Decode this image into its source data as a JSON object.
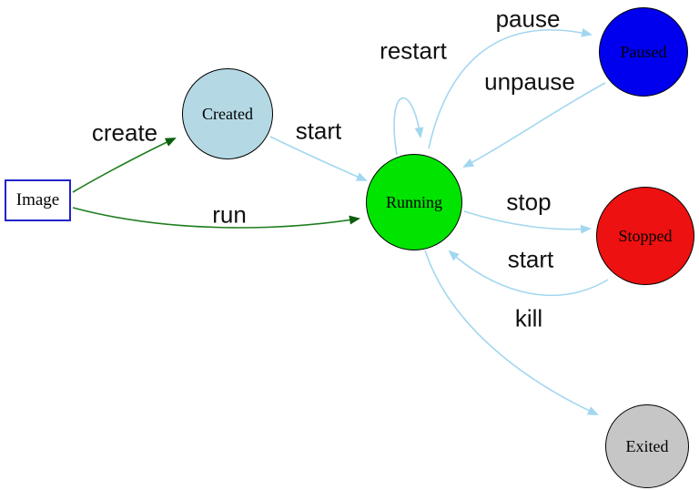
{
  "diagram": {
    "nodes": [
      {
        "id": "image",
        "label": "Image",
        "shape": "rect",
        "fill": "#ffffff",
        "border": "#2323cb"
      },
      {
        "id": "created",
        "label": "Created",
        "shape": "circle",
        "fill": "#b4d9e5",
        "border": "#000000"
      },
      {
        "id": "running",
        "label": "Running",
        "shape": "circle",
        "fill": "#00e400",
        "border": "#000000"
      },
      {
        "id": "paused",
        "label": "Paused",
        "shape": "circle",
        "fill": "#0000ee",
        "border": "#000000"
      },
      {
        "id": "stopped",
        "label": "Stopped",
        "shape": "circle",
        "fill": "#ee1111",
        "border": "#000000"
      },
      {
        "id": "exited",
        "label": "Exited",
        "shape": "circle",
        "fill": "#c6c6c6",
        "border": "#000000"
      }
    ],
    "edges": [
      {
        "from": "Image",
        "to": "Created",
        "label": "create",
        "color": "#1e7d1e"
      },
      {
        "from": "Image",
        "to": "Running",
        "label": "run",
        "color": "#1e7d1e"
      },
      {
        "from": "Created",
        "to": "Running",
        "label": "start",
        "color": "#a3d7f0"
      },
      {
        "from": "Running",
        "to": "Running",
        "label": "restart",
        "color": "#a3d7f0"
      },
      {
        "from": "Running",
        "to": "Paused",
        "label": "pause",
        "color": "#a3d7f0"
      },
      {
        "from": "Paused",
        "to": "Running",
        "label": "unpause",
        "color": "#a3d7f0"
      },
      {
        "from": "Running",
        "to": "Stopped",
        "label": "stop",
        "color": "#a3d7f0"
      },
      {
        "from": "Stopped",
        "to": "Running",
        "label": "start",
        "color": "#a3d7f0"
      },
      {
        "from": "Running",
        "to": "Exited",
        "label": "kill",
        "color": "#a3d7f0"
      }
    ],
    "colors": {
      "background": "#ffffff",
      "edge_blue": "#a3d7f0",
      "edge_green": "#1e7d1e",
      "arrow_green": "#0b5e0b",
      "label_text": "#111111"
    }
  }
}
